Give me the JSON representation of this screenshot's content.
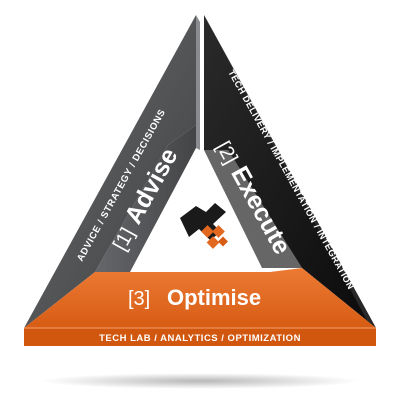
{
  "segments": {
    "advise": {
      "number": "[1]",
      "title": "Advise",
      "subtitle": "ADVICE / STRATEGY / DECISIONS",
      "color": "#4b4c4e"
    },
    "execute": {
      "number": "[2]",
      "title": "Execute",
      "subtitle": "TECH DELIVERY / IMPLEMENTATION / INTEGRATION",
      "color": "#161616"
    },
    "optimise": {
      "number": "[3]",
      "title": "Optimise",
      "subtitle": "TECH LAB / ANALYTICS / OPTIMIZATION",
      "color": "#e3681f"
    }
  },
  "center_logo": {
    "icon": "hand-and-blocks-logo-icon",
    "dark_color": "#1a1a1a",
    "accent_color": "#e3681f"
  }
}
